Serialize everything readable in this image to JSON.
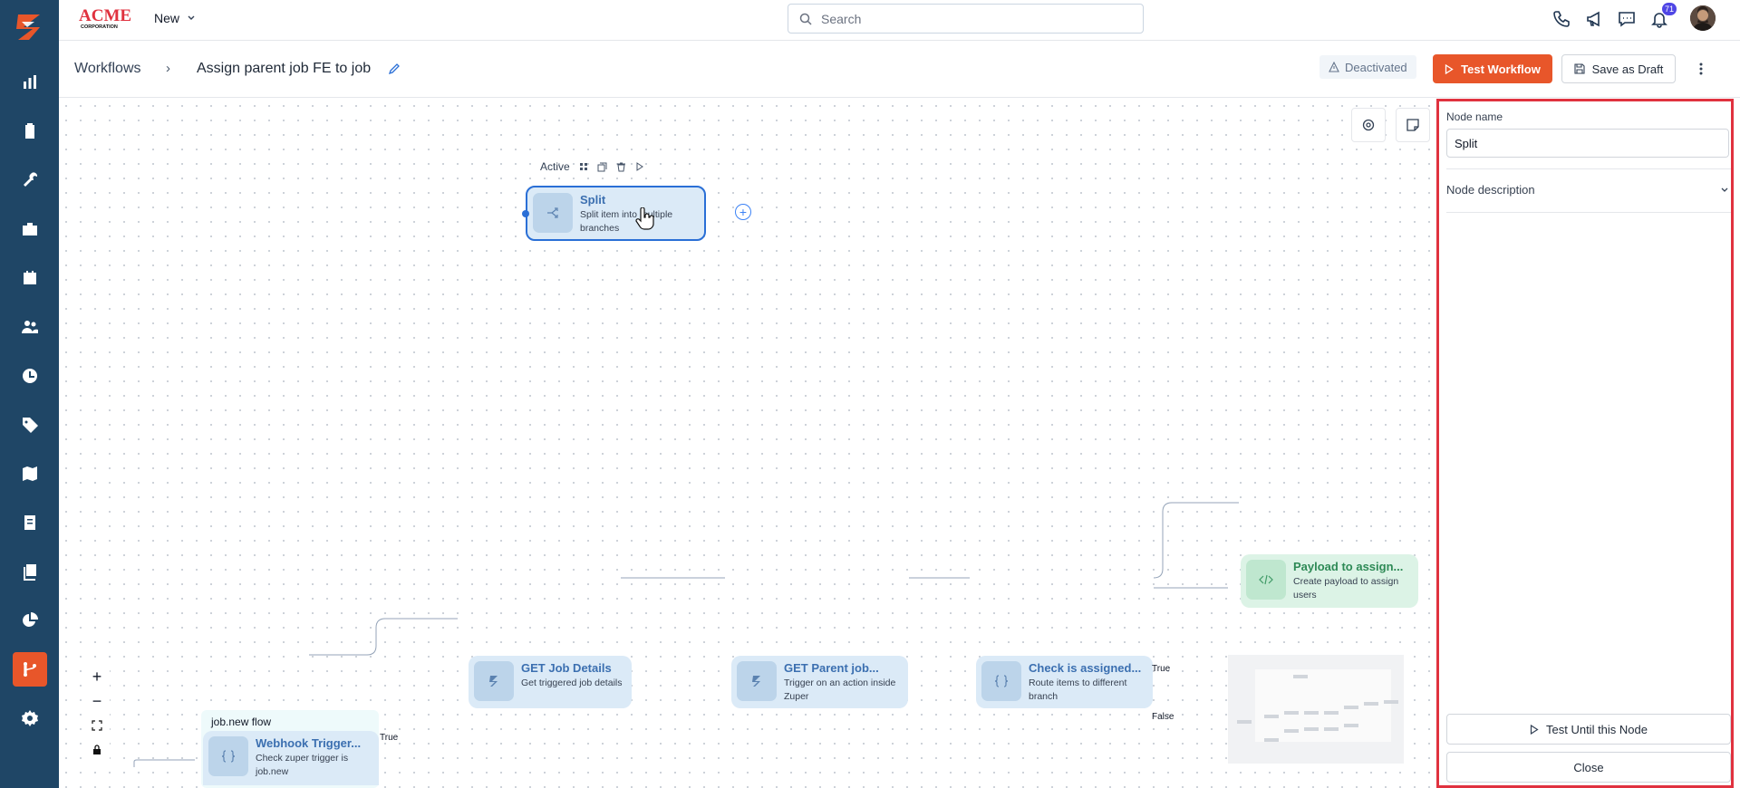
{
  "brand": {
    "name": "ACME",
    "sub": "CORPORATION"
  },
  "topbar": {
    "new_label": "New",
    "search_placeholder": "Search",
    "notification_count": "71"
  },
  "header": {
    "breadcrumb_root": "Workflows",
    "breadcrumb_sep": "›",
    "title": "Assign parent job FE to job",
    "status": "Deactivated",
    "test_label": "Test Workflow",
    "draft_label": "Save as Draft"
  },
  "canvas": {
    "toolbar_status": "Active",
    "nodes": {
      "split": {
        "title": "Split",
        "desc": "Split item into multiple branches"
      },
      "payload": {
        "title": "Payload to assign...",
        "desc": "Create payload to assign users"
      },
      "get_job": {
        "title": "GET Job Details",
        "desc": "Get triggered job details"
      },
      "get_parent": {
        "title": "GET Parent job...",
        "desc": "Trigger on an action inside Zuper"
      },
      "check": {
        "title": "Check is assigned...",
        "desc": "Route items to different branch"
      },
      "webhook": {
        "title": "Webhook Trigger...",
        "desc": "Check zuper trigger is job.new"
      }
    },
    "group_label": "job.new flow",
    "edge_true_1": "True",
    "edge_true_2": "True",
    "edge_false": "False",
    "zoom_in": "+",
    "zoom_out": "−"
  },
  "panel": {
    "name_label": "Node name",
    "name_value": "Split",
    "desc_label": "Node description",
    "test_until_label": "Test Until this Node",
    "close_label": "Close"
  },
  "colors": {
    "accent": "#e8562a",
    "sidebar": "#1f4666",
    "highlight": "#e0323f",
    "node": "#dbeaf7"
  }
}
